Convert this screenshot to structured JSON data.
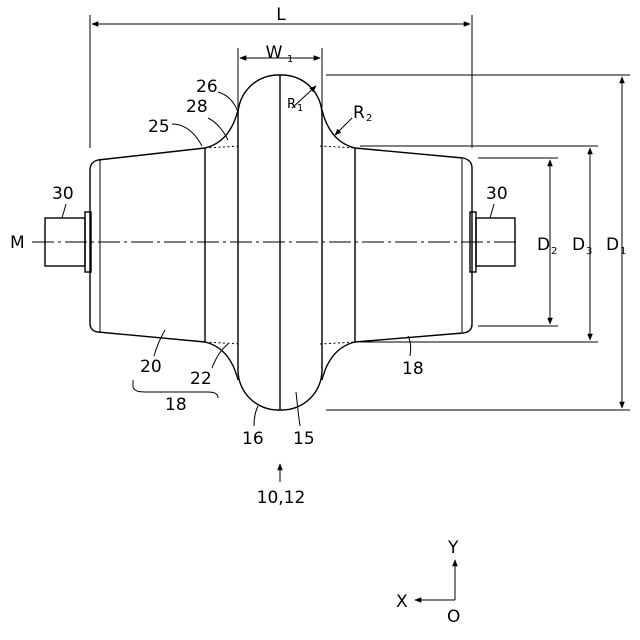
{
  "labels": {
    "L": "L",
    "W1": "W",
    "W1_sub": "1",
    "R1": "R",
    "R1_sub": "1",
    "R2": "R",
    "R2_sub": "2",
    "D1": "D",
    "D1_sub": "1",
    "D2": "D",
    "D2_sub": "2",
    "D3": "D",
    "D3_sub": "3",
    "M": "M",
    "n26": "26",
    "n28": "28",
    "n25": "25",
    "n30_left": "30",
    "n30_right": "30",
    "n20": "20",
    "n22": "22",
    "n18_bracket": "18",
    "n18_right": "18",
    "n16": "16",
    "n15": "15",
    "n10_12": "10,12"
  },
  "axes": {
    "y": "Y",
    "x": "X",
    "o": "O"
  }
}
